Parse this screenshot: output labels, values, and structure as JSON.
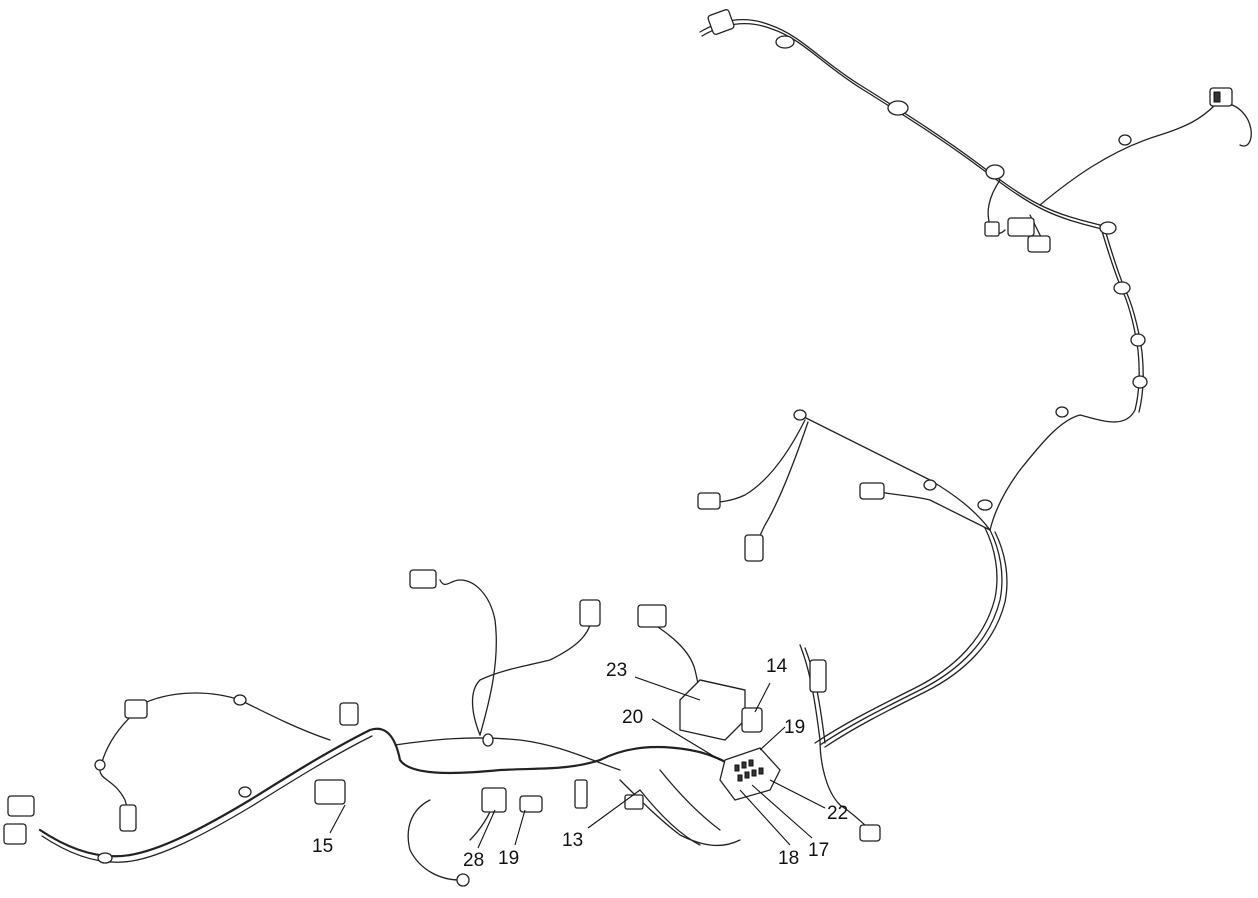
{
  "callouts": [
    {
      "id": "c13",
      "label": "13"
    },
    {
      "id": "c14",
      "label": "14"
    },
    {
      "id": "c15",
      "label": "15"
    },
    {
      "id": "c17",
      "label": "17"
    },
    {
      "id": "c18",
      "label": "18"
    },
    {
      "id": "c19a",
      "label": "19"
    },
    {
      "id": "c19b",
      "label": "19"
    },
    {
      "id": "c20",
      "label": "20"
    },
    {
      "id": "c22",
      "label": "22"
    },
    {
      "id": "c23",
      "label": "23"
    },
    {
      "id": "c28",
      "label": "28"
    }
  ]
}
